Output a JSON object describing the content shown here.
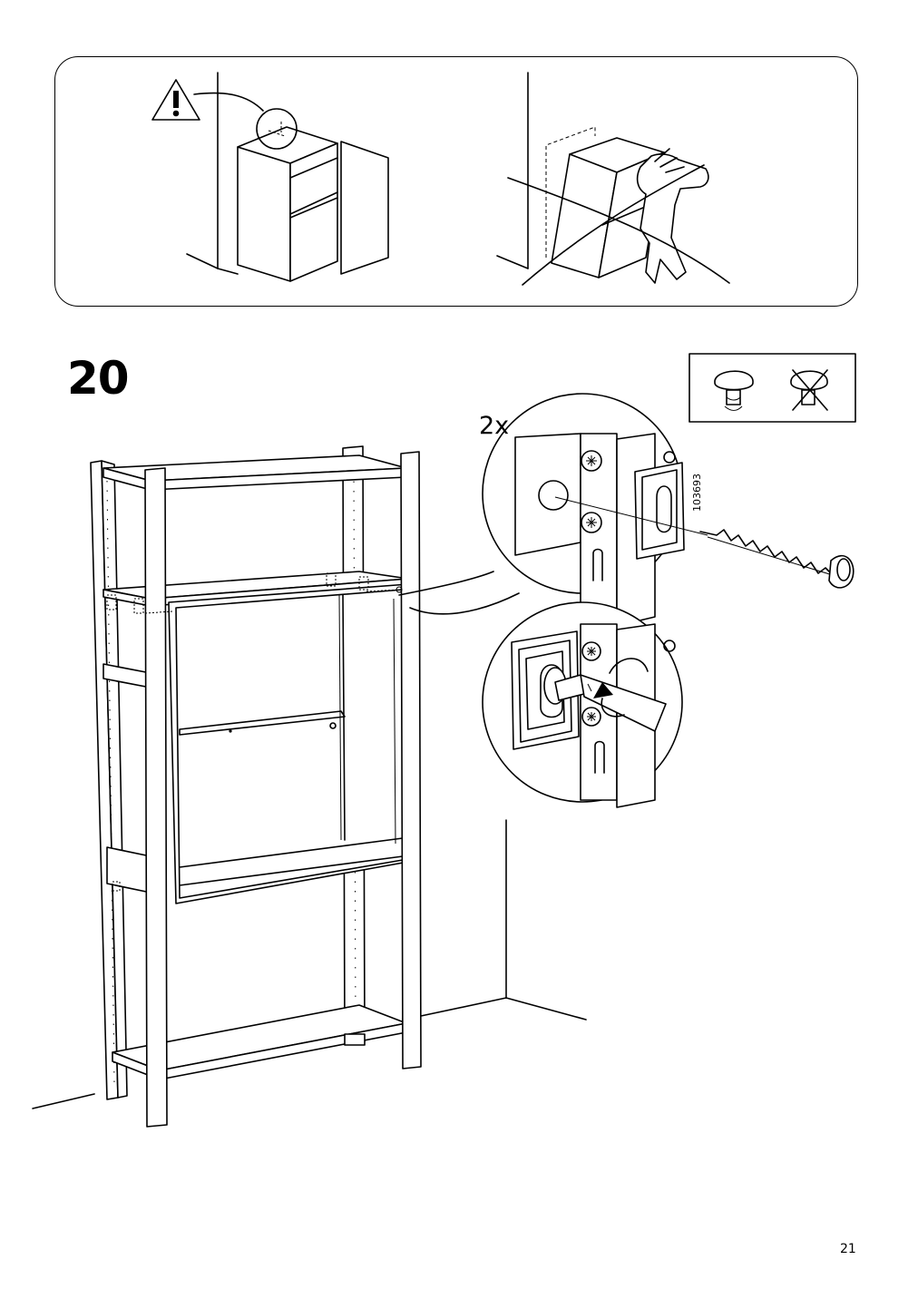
{
  "step": {
    "number": "20"
  },
  "detail": {
    "quantity": "2x",
    "part_code": "103693"
  },
  "footer": {
    "page_number": "21"
  },
  "icons": {
    "warning": "warning-triangle-icon",
    "allowed_tool": "thumb-screw-icon",
    "forbidden_tool": "crossed-out-screwdriver-icon"
  }
}
